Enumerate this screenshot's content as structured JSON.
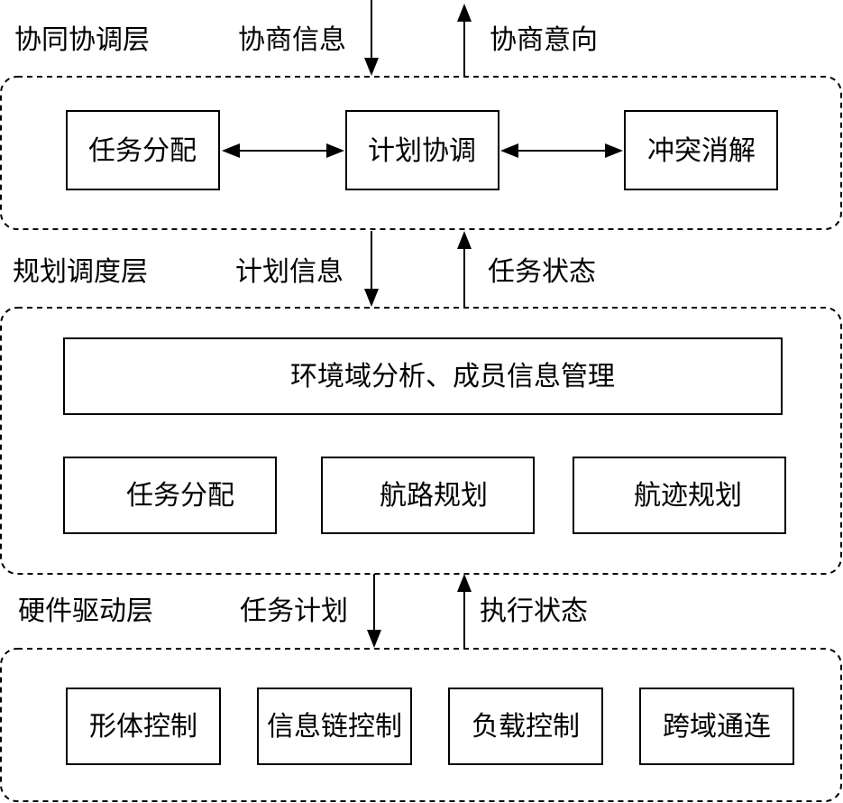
{
  "layers": {
    "coordination": {
      "label": "协同协调层",
      "flows": {
        "in": "协商信息",
        "out": "协商意向"
      },
      "modules": [
        "任务分配",
        "计划协调",
        "冲突消解"
      ]
    },
    "planning": {
      "label": "规划调度层",
      "flows": {
        "in": "计划信息",
        "out": "任务状态"
      },
      "banner": "环境域分析、成员信息管理",
      "modules": [
        "任务分配",
        "航路规划",
        "航迹规划"
      ]
    },
    "hardware": {
      "label": "硬件驱动层",
      "flows": {
        "in": "任务计划",
        "out": "执行状态"
      },
      "modules": [
        "形体控制",
        "信息链控制",
        "负载控制",
        "跨域通连"
      ]
    }
  }
}
